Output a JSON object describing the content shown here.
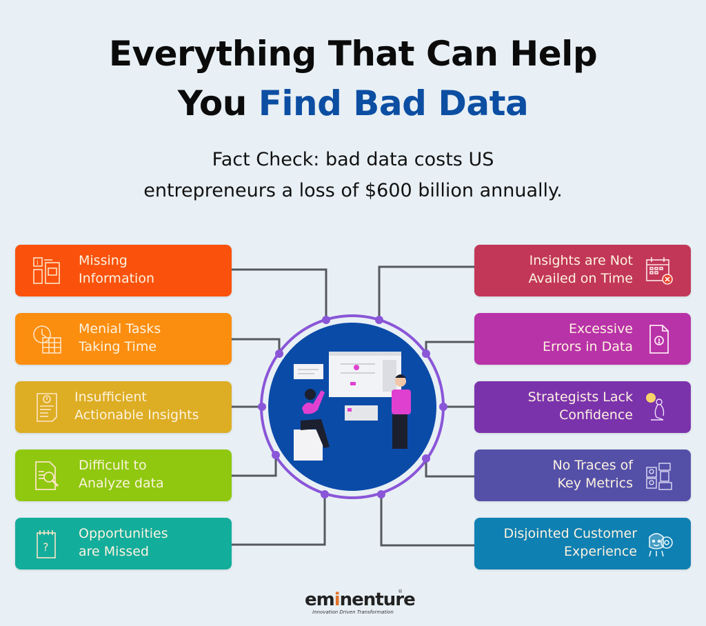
{
  "header": {
    "title_line1": "Everything That Can Help",
    "title_line2_plain": "You ",
    "title_line2_accent": "Find Bad Data",
    "subtitle_line1": "Fact Check: bad data costs US",
    "subtitle_line2": "entrepreneurs a loss of $600 billion annually."
  },
  "colors": {
    "background": "#e8f0f5",
    "title_accent": "#0c4ea2",
    "circle_fill": "#0b4ba8",
    "circle_ring": "#8a56d8",
    "connector": "#55595e"
  },
  "left_items": [
    {
      "line1": "Missing",
      "line2": "Information",
      "icon": "info-documents-icon",
      "color": "#fa520c"
    },
    {
      "line1": "Menial Tasks",
      "line2": "Taking Time",
      "icon": "clock-calendar-icon",
      "color": "#fb8d0f"
    },
    {
      "line1": "Insufficient",
      "line2": "Actionable Insights",
      "icon": "alert-document-icon",
      "color": "#ddad24"
    },
    {
      "line1": "Difficult to",
      "line2": "Analyze data",
      "icon": "document-magnifier-icon",
      "color": "#8fc80e"
    },
    {
      "line1": "Opportunities",
      "line2": "are Missed",
      "icon": "question-notepad-icon",
      "color": "#13ad9b"
    }
  ],
  "right_items": [
    {
      "line1": "Insights are Not",
      "line2": "Availed on Time",
      "icon": "calendar-overdue-icon",
      "color": "#c23758"
    },
    {
      "line1": "Excessive",
      "line2": "Errors in Data",
      "icon": "file-error-icon",
      "color": "#b832a8"
    },
    {
      "line1": "Strategists Lack",
      "line2": "Confidence",
      "icon": "sad-person-icon",
      "color": "#7b33ac"
    },
    {
      "line1": "No Traces of",
      "line2": "Key Metrics",
      "icon": "metrics-board-icon",
      "color": "#5450a8"
    },
    {
      "line1": "Disjointed Customer",
      "line2": "Experience",
      "icon": "robot-gear-icon",
      "color": "#0f80b2"
    }
  ],
  "logo": {
    "word_pre": "em",
    "word_i": "i",
    "word_post": "nenture",
    "registered": "®",
    "tagline": "Innovation Driven Transformation"
  }
}
